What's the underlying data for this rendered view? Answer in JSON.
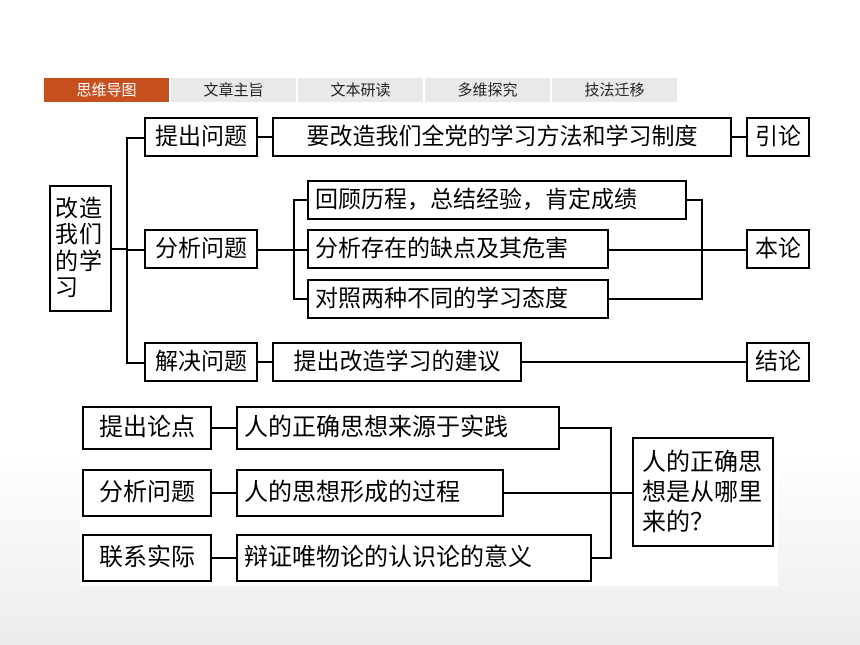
{
  "tabs": [
    "思维导图",
    "文章主旨",
    "文本研读",
    "多维探究",
    "技法迁移"
  ],
  "top_map": {
    "root": "改造我们的学习",
    "steps": [
      "提出问题",
      "分析问题",
      "解决问题"
    ],
    "raise_detail": "要改造我们全党的学习方法和学习制度",
    "analysis_details": [
      "回顾历程，总结经验，肯定成绩",
      "分析存在的缺点及其危害",
      "对照两种不同的学习态度"
    ],
    "solve_detail": "提出改造学习的建议",
    "parts": [
      "引论",
      "本论",
      "结论"
    ]
  },
  "bottom_map": {
    "steps": [
      "提出论点",
      "分析问题",
      "联系实际"
    ],
    "details": [
      "人的正确思想来源于实践",
      "人的思想形成的过程",
      "辩证唯物论的认识论的意义"
    ],
    "root": "人的正确思想是从哪里来的？"
  }
}
